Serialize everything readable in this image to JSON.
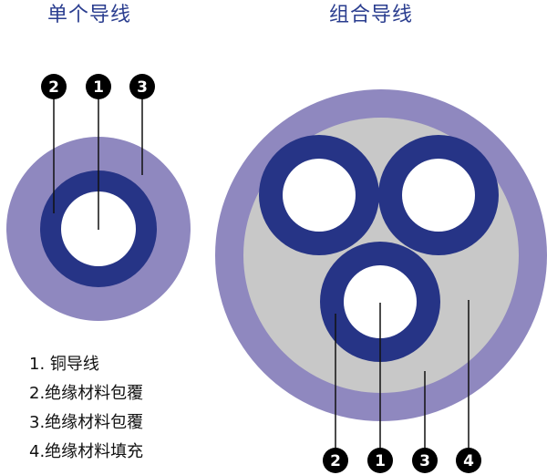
{
  "titles": {
    "single": "单个导线",
    "combined": "组合导线"
  },
  "markers": {
    "one": "1",
    "two": "2",
    "three": "3",
    "four": "4"
  },
  "legend": [
    "1. 铜导线",
    "2.绝缘材料包覆",
    "3.绝缘材料包覆",
    "4.绝缘材料填充"
  ],
  "colors": {
    "outer_sheath": "#8f88bf",
    "conductor_insulation": "#263486",
    "filler": "#c8c8c8",
    "copper_core": "#ffffff",
    "marker": "#000000"
  }
}
